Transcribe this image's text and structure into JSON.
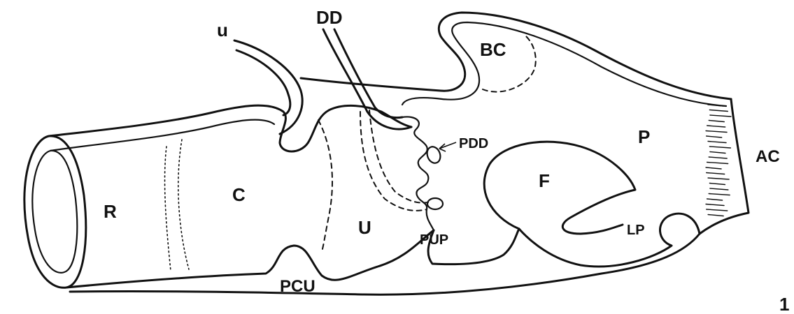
{
  "labels": {
    "u": "u",
    "dd": "DD",
    "bc": "BC",
    "r": "R",
    "c": "C",
    "u_upper": "U",
    "pdd": "PDD",
    "pup": "PUP",
    "pcu": "PCU",
    "f": "F",
    "p": "P",
    "lp": "LP",
    "ac": "AC",
    "figure_number": "1"
  },
  "colors": {
    "ink": "#111111",
    "background": "#ffffff"
  }
}
